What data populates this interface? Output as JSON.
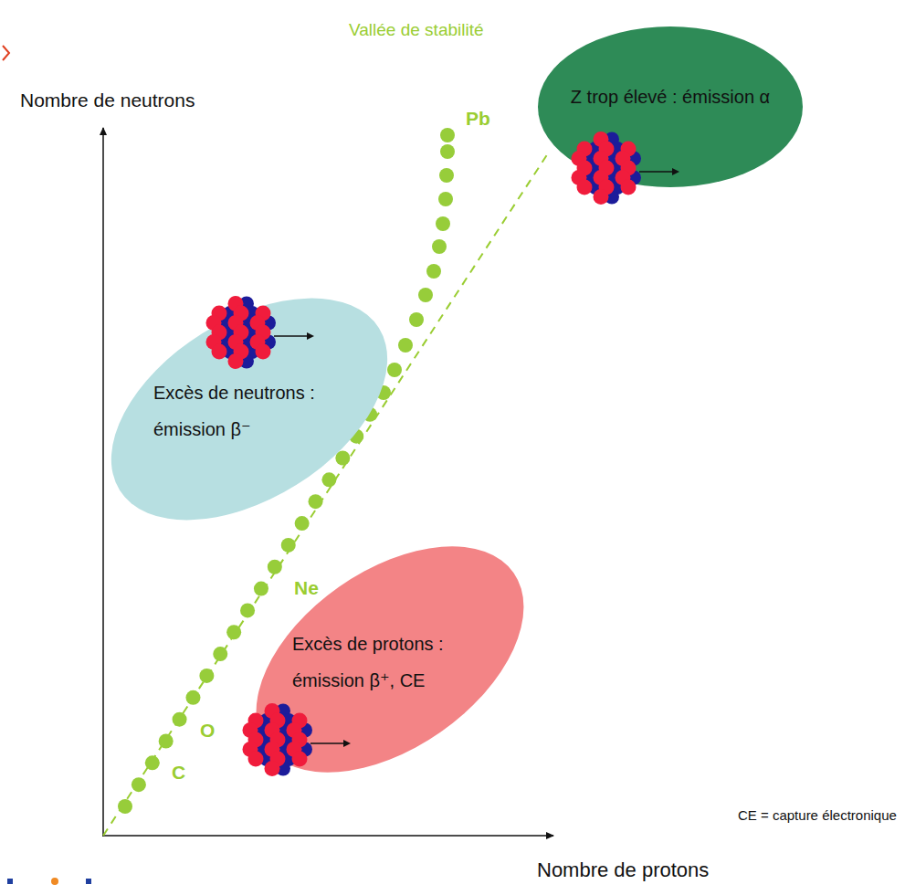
{
  "diagram": {
    "nodes": [
      {
        "text": [
          "Z trop élevé : émission α"
        ]
      },
      {
        "text": [
          "Excès de neutrons : émission β⁻"
        ]
      },
      {
        "text": [
          "Excès de protons : émission β⁺, CE"
        ]
      }
    ],
    "labels": [
      "Nombre de neutrons",
      "Vallée de stabilité",
      "Pb",
      "Ne",
      "O",
      "C",
      "Nombre de protons",
      "CE = capture électronique"
    ]
  }
}
